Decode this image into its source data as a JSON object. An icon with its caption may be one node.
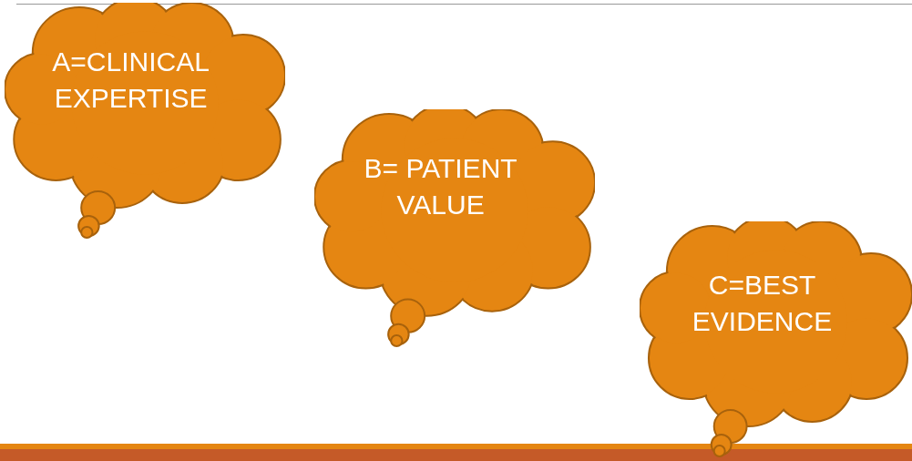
{
  "diagram": {
    "nodes": [
      {
        "text": [
          "A=CLINICAL EXPERTISE"
        ]
      },
      {
        "text": [
          "B= PATIENT VALUE"
        ]
      },
      {
        "text": [
          "C=BEST EVIDENCE"
        ]
      }
    ]
  }
}
